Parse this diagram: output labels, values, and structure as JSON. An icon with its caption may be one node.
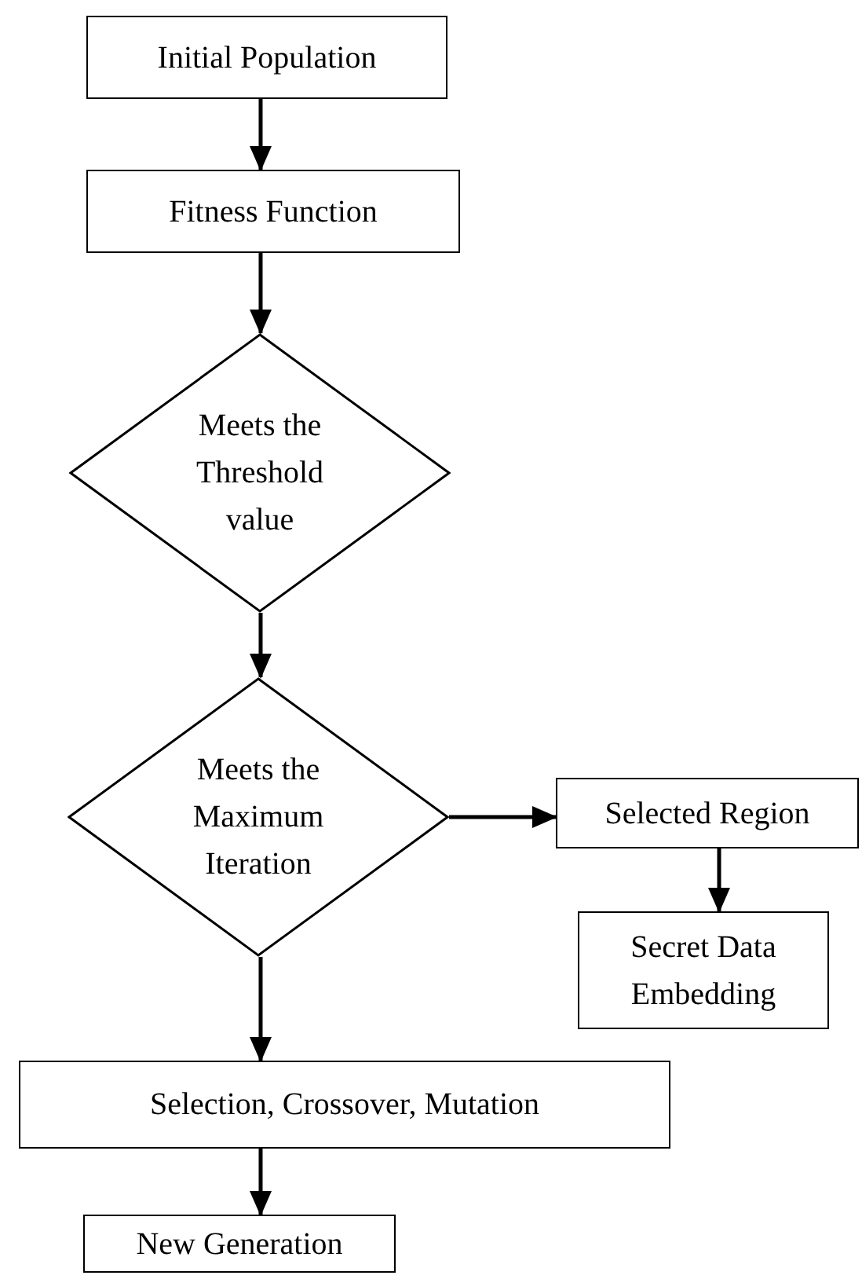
{
  "diagram": {
    "nodes": [
      {
        "text": [
          "Initial Population"
        ]
      },
      {
        "text": [
          "Fitness Function"
        ]
      },
      {
        "text": [
          "Meets the Threshold value"
        ]
      },
      {
        "text": [
          "Meets the Maximum Iteration"
        ]
      },
      {
        "text": [
          "Selected Region"
        ]
      },
      {
        "text": [
          "Secret Data Embedding"
        ]
      },
      {
        "text": [
          "Selection, Crossover, Mutation"
        ]
      },
      {
        "text": [
          "New Generation"
        ]
      }
    ],
    "edges": [
      {
        "from": 0,
        "to": 1,
        "arrow": "to"
      },
      {
        "from": 1,
        "to": 2,
        "arrow": "to"
      },
      {
        "from": 2,
        "to": 3,
        "arrow": "to"
      },
      {
        "from": 3,
        "to": 4,
        "arrow": "to"
      },
      {
        "from": 4,
        "to": 5,
        "arrow": "to"
      },
      {
        "from": 3,
        "to": 6,
        "arrow": "to"
      },
      {
        "from": 6,
        "to": 7,
        "arrow": "to"
      }
    ]
  }
}
